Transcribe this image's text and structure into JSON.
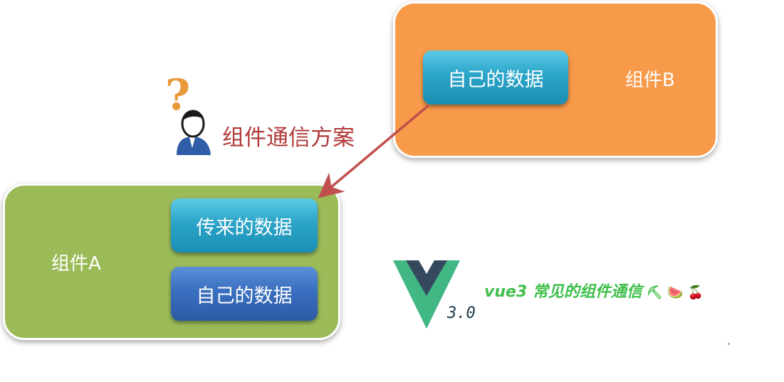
{
  "component_b": {
    "label": "组件B",
    "own_data": "自己的数据"
  },
  "component_a": {
    "label": "组件A",
    "passed_data": "传来的数据",
    "own_data": "自己的数据"
  },
  "question": {
    "label": "组件通信方案"
  },
  "vue": {
    "version": "3.0",
    "caption": "vue3 常见的组件通信",
    "emojis": "⛏ 🍉 🍒"
  },
  "colors": {
    "component_b_bg": "#f79a4a",
    "component_a_bg": "#9bbb59",
    "teal_box": "#2ba4c8",
    "blue_box": "#3a6fc0",
    "arrow": "#c0504d",
    "question_mark": "#e89a3a",
    "caption": "#3fbf4a"
  },
  "icons": {
    "arrow": "arrow-icon",
    "person": "person-icon",
    "question": "question-mark-icon",
    "vue_logo": "vue-logo-icon"
  }
}
